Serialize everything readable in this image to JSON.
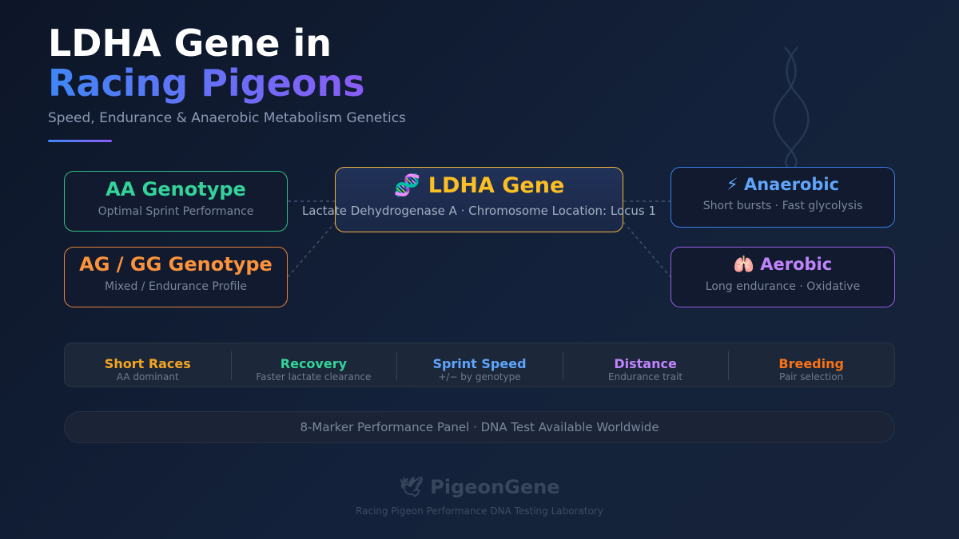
{
  "header": {
    "title_line1": "LDHA Gene in",
    "title_line2": "Racing Pigeons",
    "subtitle": "Speed, Endurance & Anaerobic Metabolism Genetics"
  },
  "nodes": {
    "aa": {
      "title": "AA Genotype",
      "subtitle": "Optimal Sprint Performance",
      "color": "#34d399"
    },
    "ag": {
      "title": "AG / GG Genotype",
      "subtitle": "Mixed / Endurance Profile",
      "color": "#fb923c"
    },
    "ldha": {
      "icon": "dna-icon",
      "title": "🧬 LDHA Gene",
      "subtitle": "Lactate Dehydrogenase A · Chromosome Location: Locus 1",
      "color": "#fbbf24"
    },
    "anaerobic": {
      "icon": "lightning-icon",
      "title": "⚡ Anaerobic",
      "subtitle": "Short bursts · Fast glycolysis",
      "color": "#60a5fa"
    },
    "aerobic": {
      "icon": "aerobic-icon",
      "title": "🫁 Aerobic",
      "subtitle": "Long endurance · Oxidative",
      "color": "#c084fc"
    }
  },
  "stats": [
    {
      "title": "Short Races",
      "subtitle": "AA dominant",
      "color": "#f5a524"
    },
    {
      "title": "Recovery",
      "subtitle": "Faster lactate clearance",
      "color": "#34d399"
    },
    {
      "title": "Sprint Speed",
      "subtitle": "+/− by genotype",
      "color": "#60a5fa"
    },
    {
      "title": "Distance",
      "subtitle": "Endurance trait",
      "color": "#c084fc"
    },
    {
      "title": "Breeding",
      "subtitle": "Pair selection",
      "color": "#f97316"
    }
  ],
  "panel": {
    "text": "8-Marker Performance Panel · DNA Test Available Worldwide"
  },
  "footer": {
    "brand": "🕊 PigeonGene",
    "tagline": "Racing Pigeon Performance DNA Testing Laboratory"
  }
}
